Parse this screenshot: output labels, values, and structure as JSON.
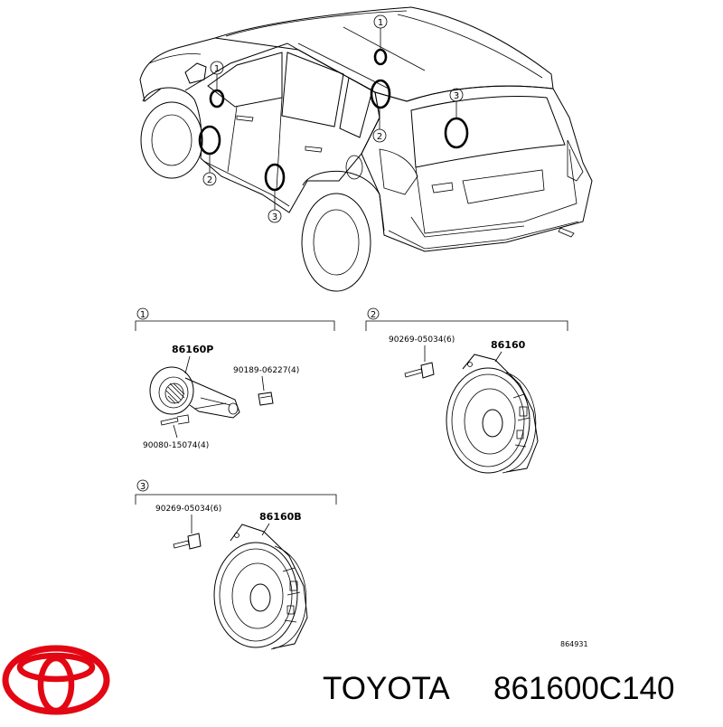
{
  "diagram": {
    "callouts": {
      "one": "1",
      "two": "2",
      "three": "3"
    },
    "group1": {
      "header_num": "1",
      "part_main": "86160P",
      "part_a": "90189-06227(4)",
      "part_b": "90080-15074(4)"
    },
    "group2": {
      "header_num": "2",
      "part_main": "86160",
      "part_a": "90269-05034(6)"
    },
    "group3": {
      "header_num": "3",
      "part_main": "86160B",
      "part_a": "90269-05034(6)"
    },
    "ref_code": "864931"
  },
  "footer": {
    "brand_text": "TOYOTA",
    "part_number": "861600C140",
    "logo_color": "#e30613"
  }
}
